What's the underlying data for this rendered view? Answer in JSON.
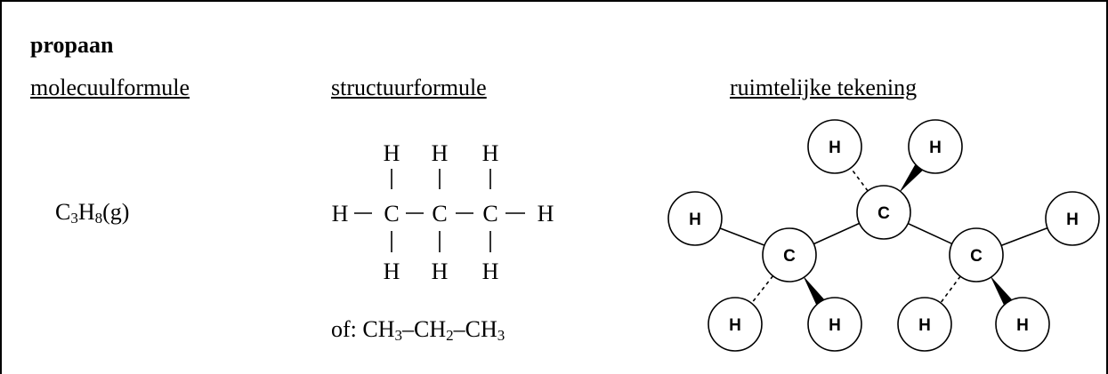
{
  "title": "propaan",
  "headers": {
    "molecular": "molecuulformule",
    "structural": "structuurformule",
    "spatial": "ruimtelijke tekening"
  },
  "molecular_formula": {
    "c": "C",
    "c_count": "3",
    "h": "H",
    "h_count": "8",
    "state": "(g)"
  },
  "structural_formula": {
    "atom_c": "C",
    "atom_h": "H"
  },
  "condensed_formula": {
    "prefix": "of: ",
    "group1": "CH",
    "group1_sub": "3",
    "dash1": "–",
    "group2": "CH",
    "group2_sub": "2",
    "dash2": "–",
    "group3": "CH",
    "group3_sub": "3"
  },
  "spatial_drawing": {
    "carbon_label": "C",
    "hydrogen_label": "H"
  }
}
